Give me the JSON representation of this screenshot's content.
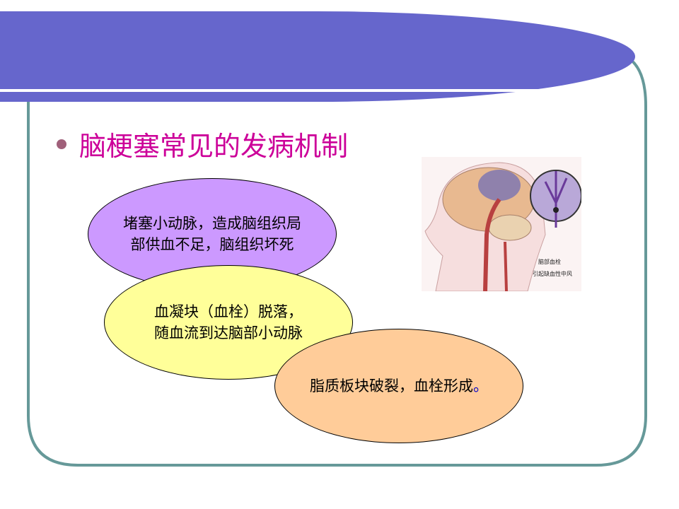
{
  "slide": {
    "title": "脑梗塞常见的发病机制",
    "ovals": [
      {
        "text_line1": "堵塞小动脉，造成脑组织局",
        "text_line2": "部供血不足，脑组织坏死",
        "color": "#cc99ff"
      },
      {
        "text_line1": "血凝块（血栓）脱落，",
        "text_line2": "随血流到达脑部小动脉",
        "color": "#ffff99"
      },
      {
        "text_line1": "脂质板块破裂，血栓形成",
        "text_end": "。",
        "color": "#ffcc99"
      }
    ],
    "figure": {
      "label_line1": "脑部血栓",
      "label_line2": "引起缺血性中风"
    }
  },
  "colors": {
    "header": "#6666cc",
    "border": "#669999",
    "title": "#cc0099"
  }
}
